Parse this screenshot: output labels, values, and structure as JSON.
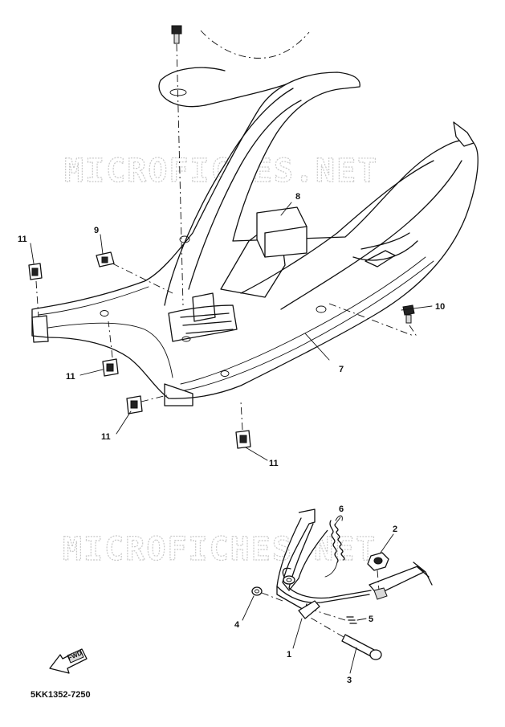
{
  "watermark": {
    "top": "MICROFICHES.NET",
    "bottom": "MICROFICHES.NET"
  },
  "callouts": {
    "n1": "1",
    "n2": "2",
    "n3": "3",
    "n4": "4",
    "n5": "5",
    "n6": "6",
    "n7": "7",
    "n8": "8",
    "n9": "9",
    "n10": "10",
    "n11a": "11",
    "n11b": "11",
    "n11c": "11",
    "n11d": "11"
  },
  "forward_arrow": {
    "label": "FWD"
  },
  "diagram_code": "5KK1352-7250"
}
